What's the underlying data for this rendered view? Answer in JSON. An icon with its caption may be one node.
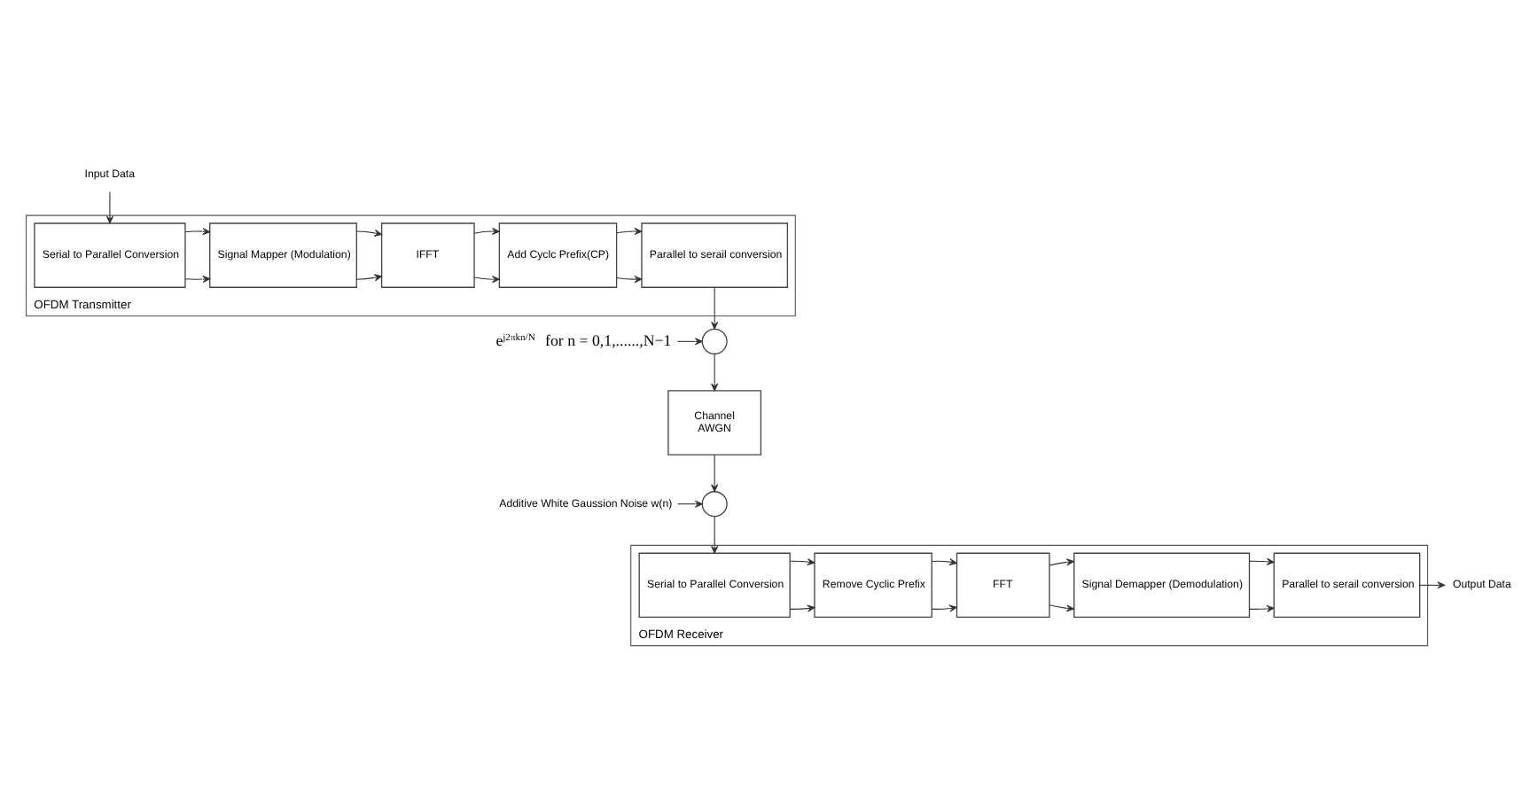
{
  "diagram": {
    "nodes": [
      {
        "text": [
          "OFDM Transmitter"
        ]
      },
      {
        "text": [
          "Serial to Parallel Conversion"
        ],
        "in": 0
      },
      {
        "text": [
          "Signal Mapper (Modulation)"
        ],
        "in": 0
      },
      {
        "text": [
          "IFFT"
        ],
        "in": 0
      },
      {
        "text": [
          "Add Cyclc Prefix(CP)"
        ],
        "in": 0
      },
      {
        "text": [
          "Parallel to serail conversion"
        ],
        "in": 0
      },
      {
        "text": [],
        "shape": "circle"
      },
      {
        "text": [
          "Channel",
          "AWGN"
        ]
      },
      {
        "text": [],
        "shape": "circle"
      },
      {
        "text": [
          "OFDM Receiver"
        ]
      },
      {
        "text": [
          "Serial to Parallel Conversion"
        ],
        "in": 9
      },
      {
        "text": [
          "Remove Cyclic Prefix"
        ],
        "in": 9
      },
      {
        "text": [
          "FFT"
        ],
        "in": 9
      },
      {
        "text": [
          "Signal Demapper (Demodulation)"
        ],
        "in": 9
      },
      {
        "text": [
          "Parallel to serail conversion"
        ],
        "in": 9
      },
      {
        "text": [
          "Input Data"
        ]
      },
      {
        "text": [
          "Output Data"
        ]
      },
      {
        "text": [
          "e$^{j2πkn/N}$ for n = 0,1,......,N−1"
        ]
      },
      {
        "text": [
          "Additive White Gaussion Noise w(n)"
        ]
      }
    ],
    "edges": [
      {
        "from": 15,
        "to": 1,
        "arrow": "to"
      },
      {
        "from": 1,
        "to": 2,
        "arrow": "to"
      },
      {
        "from": 1,
        "to": 2,
        "arrow": "to"
      },
      {
        "from": 2,
        "to": 3,
        "arrow": "to"
      },
      {
        "from": 2,
        "to": 3,
        "arrow": "to"
      },
      {
        "from": 3,
        "to": 4,
        "arrow": "to"
      },
      {
        "from": 3,
        "to": 4,
        "arrow": "to"
      },
      {
        "from": 4,
        "to": 5,
        "arrow": "to"
      },
      {
        "from": 4,
        "to": 5,
        "arrow": "to"
      },
      {
        "from": 5,
        "to": 6,
        "arrow": "to"
      },
      {
        "from": 17,
        "to": 6,
        "arrow": "to"
      },
      {
        "from": 6,
        "to": 7,
        "arrow": "to"
      },
      {
        "from": 7,
        "to": 8,
        "arrow": "to"
      },
      {
        "from": 18,
        "to": 8,
        "arrow": "to"
      },
      {
        "from": 8,
        "to": 10,
        "arrow": "to"
      },
      {
        "from": 10,
        "to": 11,
        "arrow": "to"
      },
      {
        "from": 10,
        "to": 11,
        "arrow": "to"
      },
      {
        "from": 11,
        "to": 12,
        "arrow": "to"
      },
      {
        "from": 11,
        "to": 12,
        "arrow": "to"
      },
      {
        "from": 12,
        "to": 13,
        "arrow": "to"
      },
      {
        "from": 12,
        "to": 13,
        "arrow": "to"
      },
      {
        "from": 13,
        "to": 14,
        "arrow": "to"
      },
      {
        "from": 13,
        "to": 14,
        "arrow": "to"
      },
      {
        "from": 14,
        "to": 16,
        "arrow": "to"
      }
    ]
  }
}
